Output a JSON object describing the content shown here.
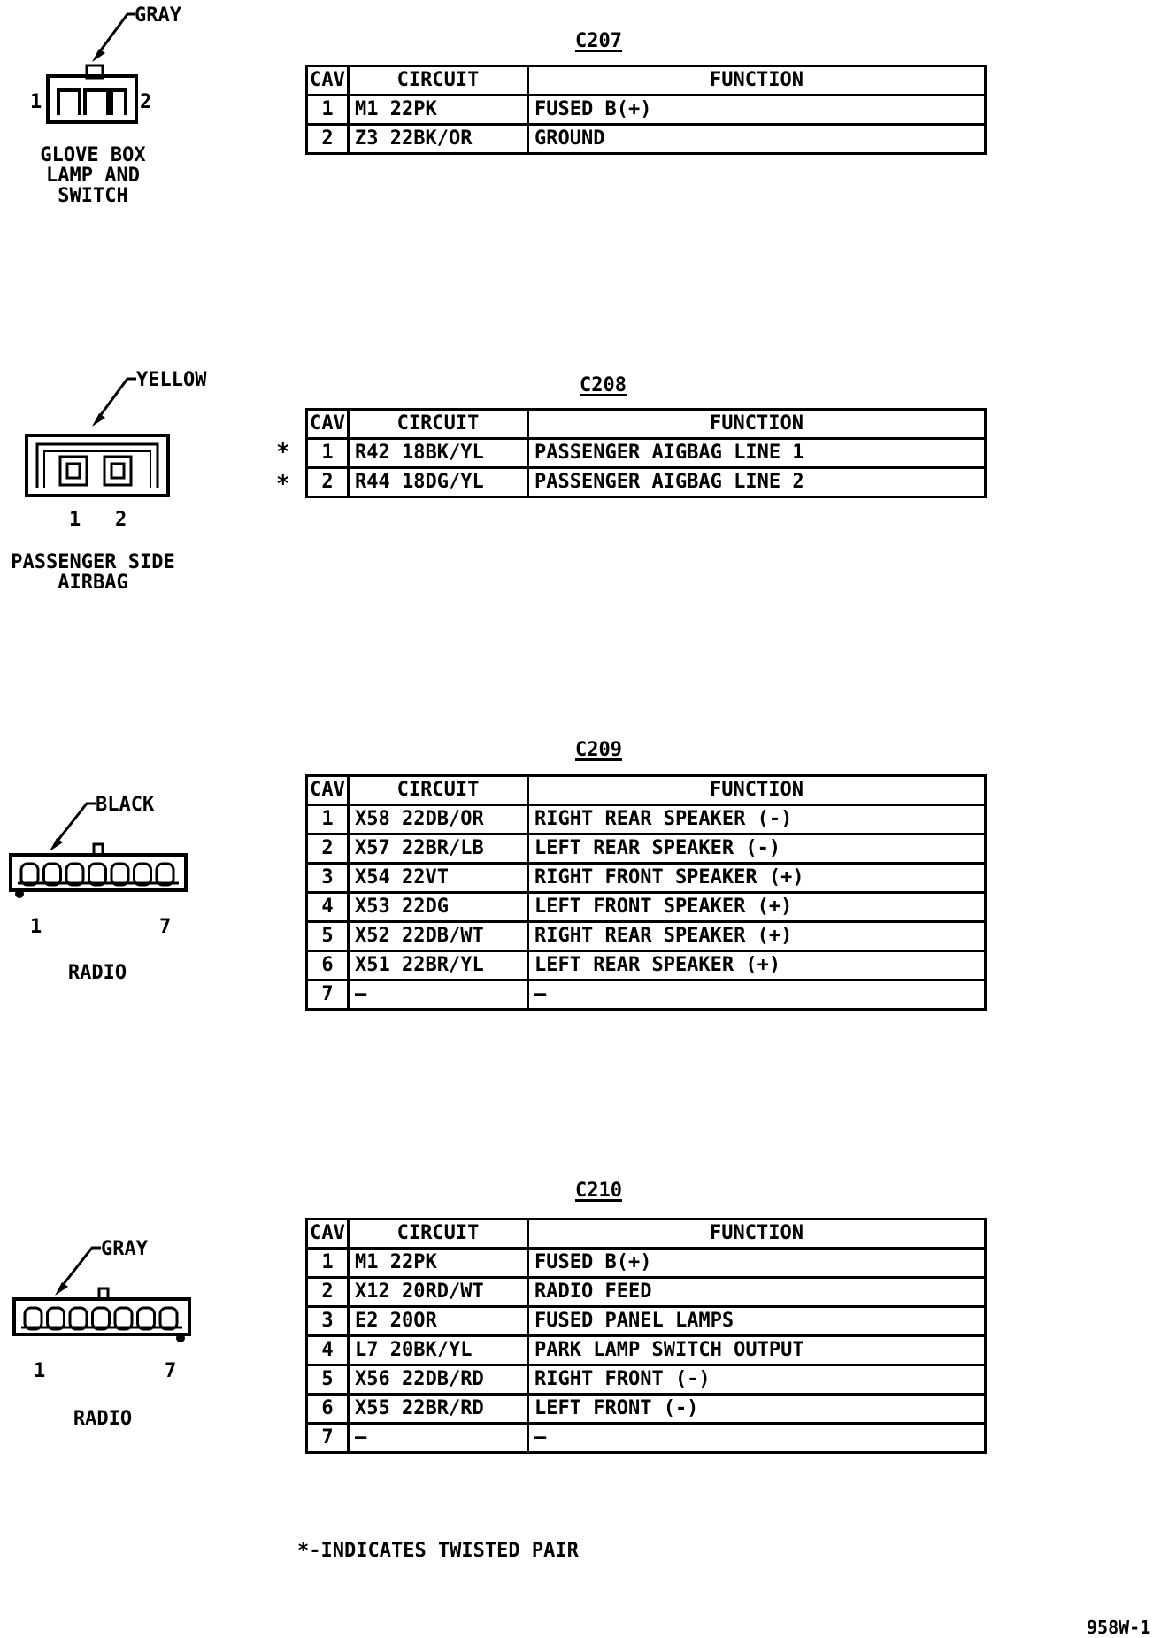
{
  "connectors": [
    {
      "id": "C207",
      "color_label": "GRAY",
      "caption": [
        "GLOVE BOX",
        "LAMP AND",
        "SWITCH"
      ],
      "pin_labels": [
        "1",
        "2"
      ],
      "headers": [
        "CAV",
        "CIRCUIT",
        "FUNCTION"
      ],
      "rows": [
        {
          "cav": "1",
          "circuit": "M1 22PK",
          "function": "FUSED B(+)",
          "twisted": ""
        },
        {
          "cav": "2",
          "circuit": "Z3 22BK/OR",
          "function": "GROUND",
          "twisted": ""
        }
      ]
    },
    {
      "id": "C208",
      "color_label": "YELLOW",
      "caption": [
        "PASSENGER SIDE",
        "AIRBAG"
      ],
      "pin_labels": [
        "1",
        "2"
      ],
      "headers": [
        "CAV",
        "CIRCUIT",
        "FUNCTION"
      ],
      "rows": [
        {
          "cav": "1",
          "circuit": "R42 18BK/YL",
          "function": "PASSENGER AIGBAG LINE 1",
          "twisted": "*"
        },
        {
          "cav": "2",
          "circuit": "R44 18DG/YL",
          "function": "PASSENGER AIGBAG LINE 2",
          "twisted": "*"
        }
      ]
    },
    {
      "id": "C209",
      "color_label": "BLACK",
      "caption": [
        "RADIO"
      ],
      "pin_labels": [
        "1",
        "7"
      ],
      "headers": [
        "CAV",
        "CIRCUIT",
        "FUNCTION"
      ],
      "rows": [
        {
          "cav": "1",
          "circuit": "X58 22DB/OR",
          "function": "RIGHT REAR SPEAKER (-)",
          "twisted": ""
        },
        {
          "cav": "2",
          "circuit": "X57 22BR/LB",
          "function": "LEFT REAR SPEAKER (-)",
          "twisted": ""
        },
        {
          "cav": "3",
          "circuit": "X54 22VT",
          "function": "RIGHT FRONT SPEAKER (+)",
          "twisted": ""
        },
        {
          "cav": "4",
          "circuit": "X53 22DG",
          "function": "LEFT FRONT SPEAKER (+)",
          "twisted": ""
        },
        {
          "cav": "5",
          "circuit": "X52 22DB/WT",
          "function": "RIGHT REAR SPEAKER (+)",
          "twisted": ""
        },
        {
          "cav": "6",
          "circuit": "X51 22BR/YL",
          "function": "LEFT REAR SPEAKER (+)",
          "twisted": ""
        },
        {
          "cav": "7",
          "circuit": "—",
          "function": "—",
          "twisted": ""
        }
      ]
    },
    {
      "id": "C210",
      "color_label": "GRAY",
      "caption": [
        "RADIO"
      ],
      "pin_labels": [
        "1",
        "7"
      ],
      "headers": [
        "CAV",
        "CIRCUIT",
        "FUNCTION"
      ],
      "rows": [
        {
          "cav": "1",
          "circuit": "M1 22PK",
          "function": "FUSED B(+)",
          "twisted": ""
        },
        {
          "cav": "2",
          "circuit": "X12 20RD/WT",
          "function": "RADIO FEED",
          "twisted": ""
        },
        {
          "cav": "3",
          "circuit": "E2 20OR",
          "function": "FUSED PANEL LAMPS",
          "twisted": ""
        },
        {
          "cav": "4",
          "circuit": "L7 20BK/YL",
          "function": "PARK LAMP SWITCH OUTPUT",
          "twisted": ""
        },
        {
          "cav": "5",
          "circuit": "X56 22DB/RD",
          "function": "RIGHT FRONT (-)",
          "twisted": ""
        },
        {
          "cav": "6",
          "circuit": "X55 22BR/RD",
          "function": "LEFT FRONT (-)",
          "twisted": ""
        },
        {
          "cav": "7",
          "circuit": "—",
          "function": "—",
          "twisted": ""
        }
      ]
    }
  ],
  "footnote": "*-INDICATES TWISTED PAIR",
  "figure_code": "958W-1"
}
